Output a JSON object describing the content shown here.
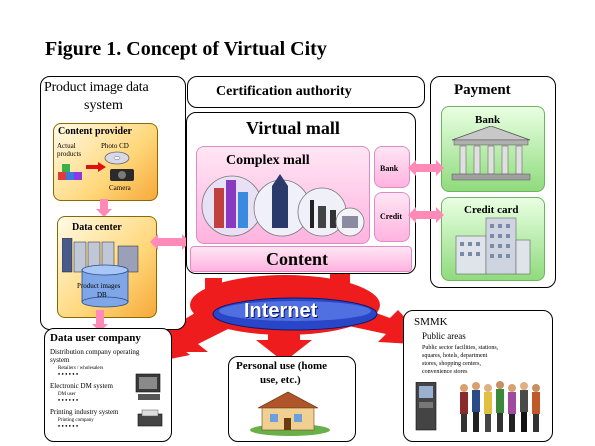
{
  "title": "Figure 1. Concept of Virtual City",
  "product_image_system": {
    "title_line1": "Product image data",
    "title_line2": "system",
    "content_provider": {
      "title": "Content provider",
      "actual_label": "Actual",
      "products_label": "products",
      "photo_cd_label": "Photo CD",
      "camera_label": "Camera"
    },
    "data_center": {
      "title": "Data center",
      "db_line1": "Product images",
      "db_line2": "DB"
    }
  },
  "certification_authority": "Certification authority",
  "virtual_mall": {
    "title": "Virtual mall",
    "complex_mall": "Complex mall",
    "bank_label": "Bank",
    "credit_label": "Credit",
    "content_label": "Content"
  },
  "payment": {
    "title": "Payment",
    "bank": "Bank",
    "credit_card": "Credit card"
  },
  "internet_label": "Internet",
  "data_user_company": {
    "title": "Data user company",
    "distribution_line1": "Distribution company operating",
    "distribution_line2": "system",
    "retailers": "Retailers / wholesalers",
    "electronic_dm": "Electronic DM system",
    "dm_user": "DM user",
    "printing": "Printing industry system",
    "printing_company": "Printing company"
  },
  "personal_use": {
    "line1": "Personal use (home",
    "line2": "use, etc.)"
  },
  "smmk": {
    "title": "SMMK",
    "public_areas": "Public areas",
    "desc_line1": "Public sector facilities, stations,",
    "desc_line2": "squares, hotels, department",
    "desc_line3": "stores, shopping centers,",
    "desc_line4": "convenience stores"
  },
  "colors": {
    "internet_red": "#ee1c1c",
    "arrow_pink": "#ff8ab8",
    "internet_blue": "#1a2a8a",
    "content_box": "#f6a93a",
    "mall_pink": "#ffb3e0",
    "payment_green": "#8fdb7d"
  }
}
